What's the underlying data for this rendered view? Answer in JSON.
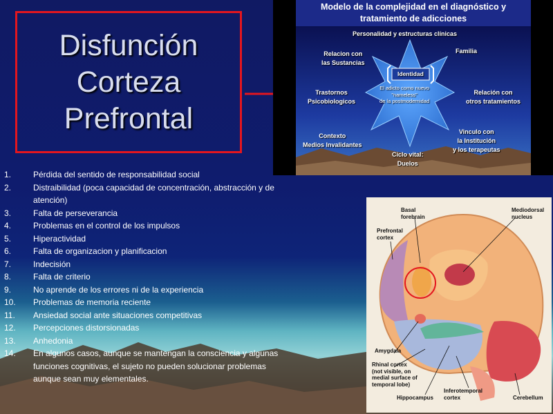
{
  "slide": {
    "title_lines": [
      "Disfunción",
      "Corteza",
      "Prefrontal"
    ]
  },
  "diagram": {
    "title_line1": "Modelo de la complejidad en el diagnóstico y",
    "title_line2": "tratamiento de adicciones",
    "top": "Personalidad y estructuras clínicas",
    "left_top_1": "Relacion con",
    "left_top_2": "las Sustancias",
    "family": "Familia",
    "left_mid_1": "Trastornos",
    "left_mid_2": "Psicobiologicos",
    "right_mid_1": "Relación con",
    "right_mid_2": "otros tratamientos",
    "left_bottom_1": "Contexto",
    "left_bottom_2": "Medios Invalidantes",
    "right_bottom_1": "Vinculo con",
    "right_bottom_2": "la Institución",
    "right_bottom_3": "y los terapeutas",
    "bottom_1": "Ciclo vital:",
    "bottom_2": "Duelos",
    "identity": "Identidad",
    "center_1": "El adicto como nuevo",
    "center_2": "\"nameless\"",
    "center_3": "de la postmodernidad"
  },
  "list": {
    "items": [
      {
        "num": "1.",
        "text": "Pérdida del sentido de responsabilidad social"
      },
      {
        "num": "2.",
        "text": "Distraibilidad (poca capacidad de concentración, abstracción y de atención)"
      },
      {
        "num": "3.",
        "text": "Falta de perseverancia"
      },
      {
        "num": "4.",
        "text": "Problemas en el control de los impulsos"
      },
      {
        "num": "5.",
        "text": "Hiperactividad"
      },
      {
        "num": "6.",
        "text": "Falta de organizacion y planificacion"
      },
      {
        "num": "7.",
        "text": "Indecisión"
      },
      {
        "num": "8.",
        "text": "Falta de criterio"
      },
      {
        "num": "9.",
        "text": "No aprende de los errores ni de la experiencia"
      },
      {
        "num": "10.",
        "text": "Problemas de memoria reciente"
      },
      {
        "num": "11.",
        "text": "Ansiedad social ante situaciones competitivas"
      },
      {
        "num": "12.",
        "text": "Percepciones distorsionadas"
      },
      {
        "num": "13.",
        "text": "Anhedonia"
      },
      {
        "num": "14.",
        "text": "En algunos casos, aunque se mantengan la consciencia y algunas funciones cognitivas, el sujeto no pueden solucionar problemas aunque sean muy elementales."
      }
    ]
  },
  "brain": {
    "basal_1": "Basal",
    "basal_2": "forebrain",
    "mediodorsal_1": "Mediodorsal",
    "mediodorsal_2": "nucleus",
    "prefrontal_1": "Prefrontal",
    "prefrontal_2": "cortex",
    "amygdala": "Amygdala",
    "rhinal_1": "Rhinal cortex",
    "rhinal_2": "(not visible, on",
    "rhinal_3": "medial surface of",
    "rhinal_4": "temporal lobe)",
    "hippocampus": "Hippocampus",
    "inferotemporal_1": "Inferotemporal",
    "inferotemporal_2": "cortex",
    "cerebellum": "Cerebellum"
  },
  "colors": {
    "title_border": "#e4161e",
    "arrow": "#e4161e",
    "star_fill": "#2f7ad6",
    "diagram_header": "#1c2a89"
  }
}
